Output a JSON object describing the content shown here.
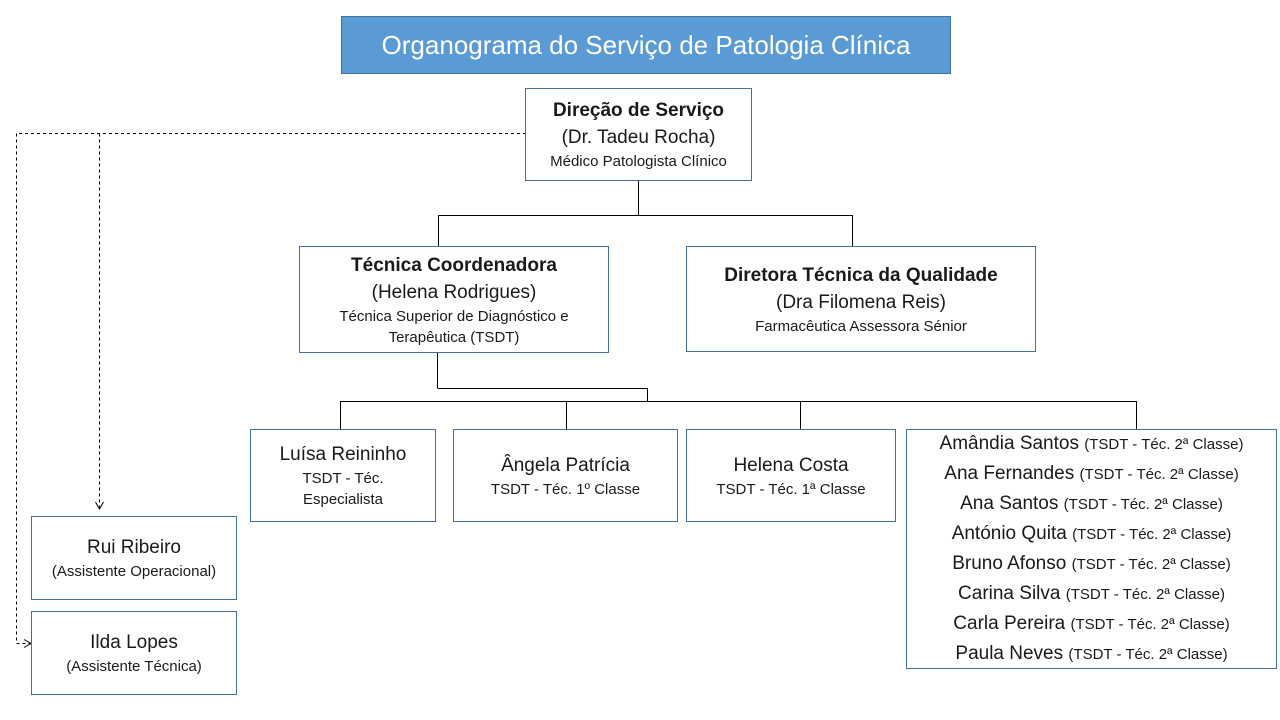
{
  "title": "Organograma do Serviço de Patologia Clínica",
  "colors": {
    "title_bg": "#5b9bd5",
    "box_border": "#41719c",
    "title_text": "#ffffff"
  },
  "direcao": {
    "role": "Direção de Serviço",
    "name": "(Dr. Tadeu Rocha)",
    "desc": "Médico Patologista Clínico"
  },
  "coordenadora": {
    "role": "Técnica Coordenadora",
    "name": "(Helena Rodrigues)",
    "desc_line1": "Técnica Superior de Diagnóstico e",
    "desc_line2": "Terapêutica (TSDT)"
  },
  "qualidade": {
    "role": "Diretora Técnica da Qualidade",
    "name": "(Dra Filomena Reis)",
    "desc": "Farmacêutica  Assessora Sénior"
  },
  "luisa": {
    "name": "Luísa Reininho",
    "line1": "TSDT - Téc.",
    "line2": "Especialista"
  },
  "angela": {
    "name": "Ângela Patrícia",
    "grade": "TSDT - Téc. 1º Classe"
  },
  "helena_costa": {
    "name": "Helena Costa",
    "grade": "TSDT - Téc. 1ª Classe"
  },
  "staff": [
    {
      "name": "Amândia Santos",
      "grade": "(TSDT - Téc. 2ª Classe)"
    },
    {
      "name": "Ana Fernandes",
      "grade": "(TSDT - Téc. 2ª Classe)"
    },
    {
      "name": "Ana Santos",
      "grade": "(TSDT - Téc. 2ª Classe)"
    },
    {
      "name": "António Quita",
      "grade": "(TSDT - Téc. 2ª Classe)"
    },
    {
      "name": "Bruno Afonso",
      "grade": "(TSDT - Téc. 2ª Classe)"
    },
    {
      "name": "Carina Silva",
      "grade": "(TSDT - Téc. 2ª Classe)"
    },
    {
      "name": "Carla Pereira",
      "grade": "(TSDT - Téc. 2ª Classe)"
    },
    {
      "name": "Paula Neves",
      "grade": "(TSDT - Téc. 2ª Classe)"
    }
  ],
  "rui": {
    "name": "Rui Ribeiro",
    "role": "(Assistente Operacional)"
  },
  "ilda": {
    "name": "Ilda Lopes",
    "role": "(Assistente Técnica)"
  }
}
